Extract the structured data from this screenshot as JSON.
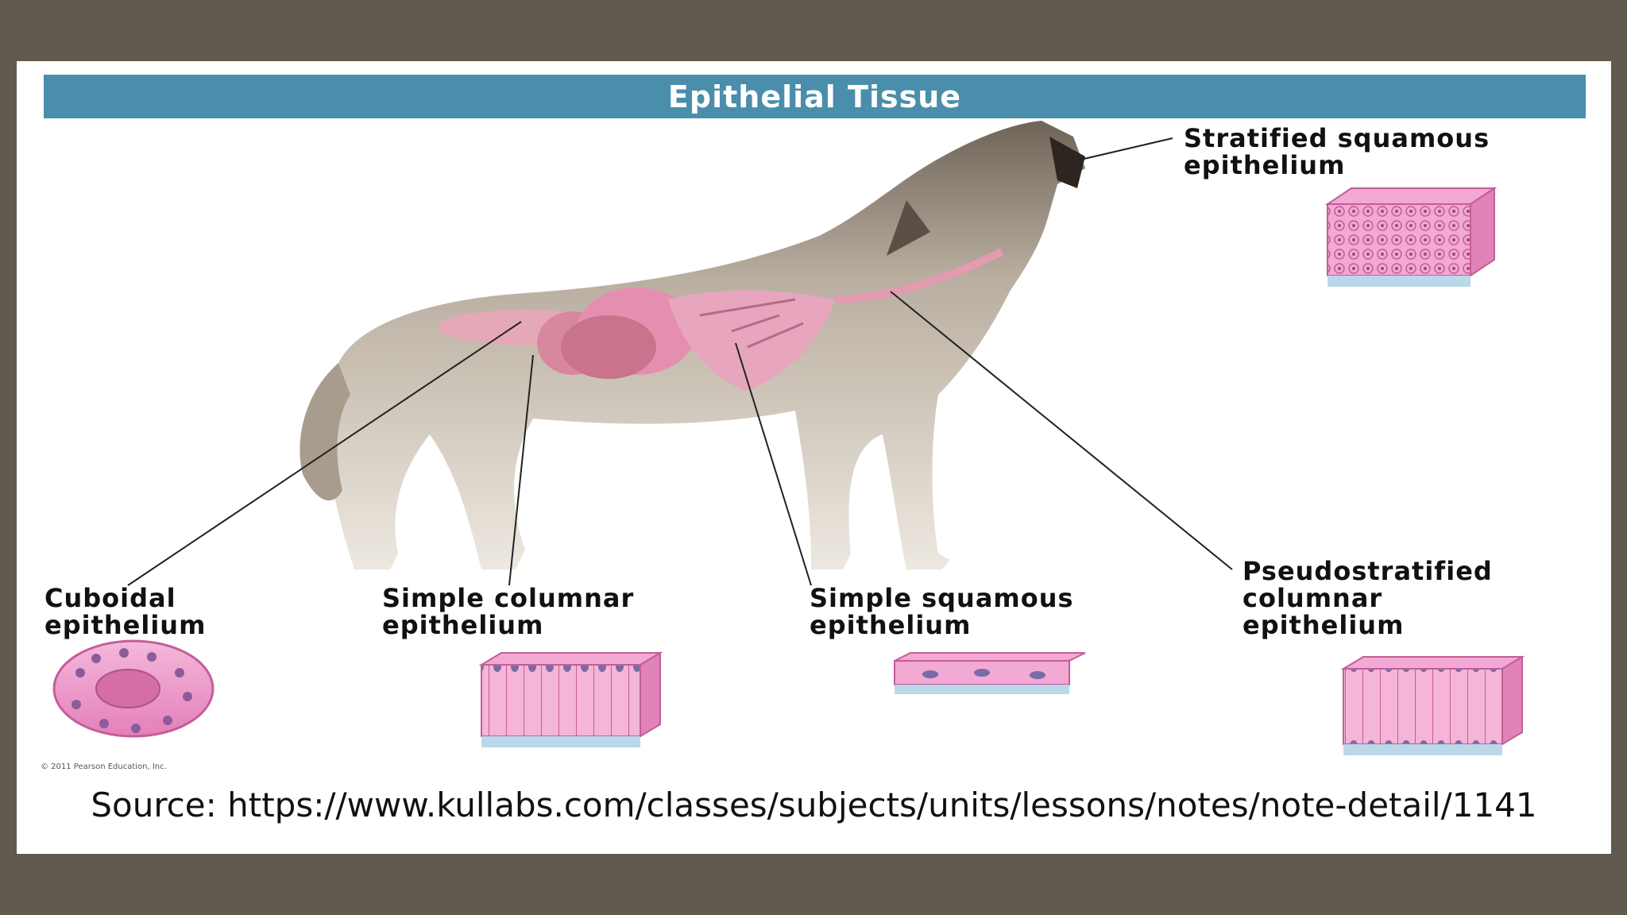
{
  "title": "Epithelial Tissue",
  "labels": {
    "stratified": [
      "Stratified squamous",
      "epithelium"
    ],
    "cuboidal": [
      "Cuboidal",
      "epithelium"
    ],
    "simple_columnar": [
      "Simple columnar",
      "epithelium"
    ],
    "simple_squamous": [
      "Simple squamous",
      "epithelium"
    ],
    "pseudostratified": [
      "Pseudostratified",
      "columnar",
      "epithelium"
    ]
  },
  "copyright": "© 2011 Pearson Education, Inc.",
  "source": "Source: https://www.kullabs.com/classes/subjects/units/lessons/notes/note-detail/1141",
  "colors": {
    "frame": "#5f5a4d",
    "banner": "#4a8eab",
    "tissue": "#e98fc4",
    "fur": "#b9aea0"
  }
}
